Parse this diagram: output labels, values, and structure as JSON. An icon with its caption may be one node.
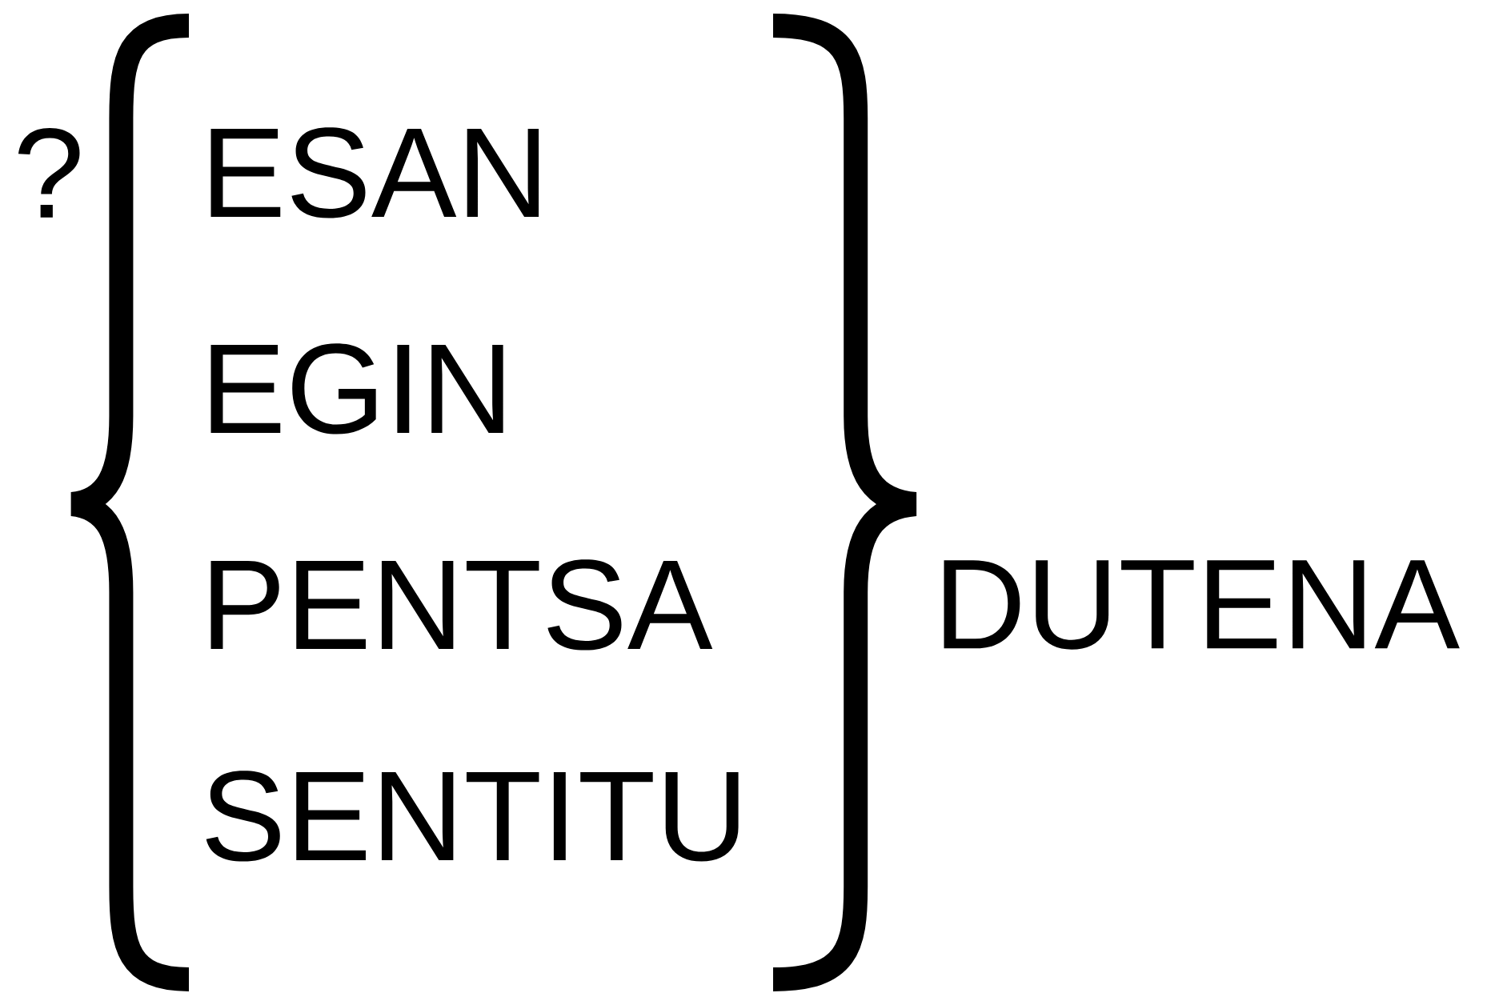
{
  "diagram": {
    "labels": [
      "?",
      "ESAN",
      "EGIN",
      "PENTSA",
      "SENTITU",
      "DUTENA"
    ]
  }
}
